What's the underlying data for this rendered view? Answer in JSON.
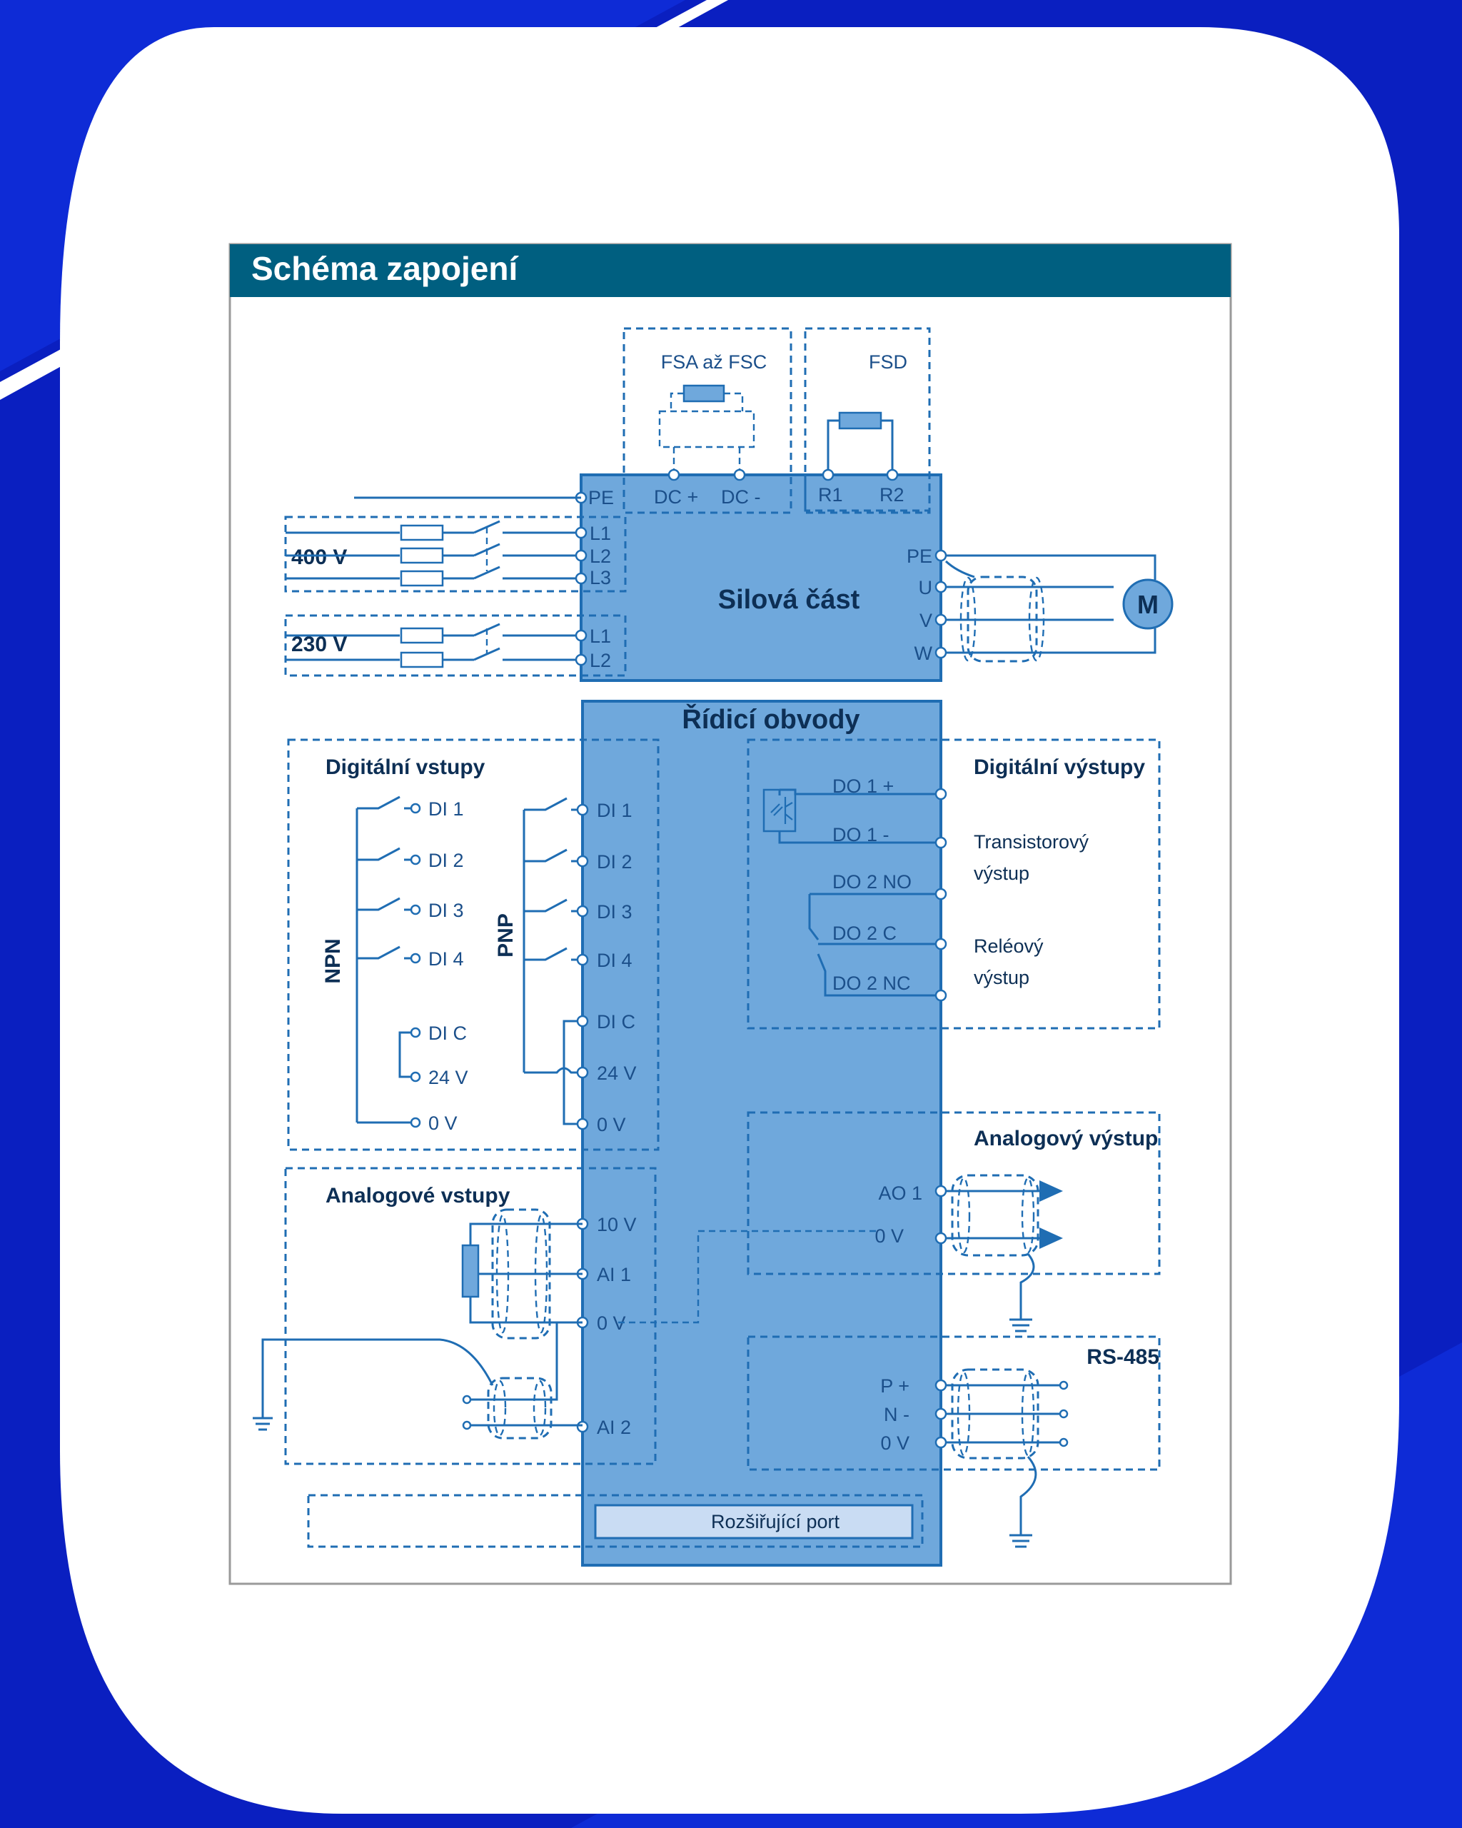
{
  "title": "Schéma zapojení",
  "colors": {
    "background_blue": "#0a1fc0",
    "header_teal": "#005f80",
    "block_fill": "#6fa8dc",
    "line_blue": "#1f6db3",
    "port_fill": "#c9dcf3"
  },
  "top": {
    "brake_option_1": "FSA až FSC",
    "brake_option_2": "FSD",
    "pe": "PE",
    "dc_plus": "DC +",
    "dc_minus": "DC -",
    "r1": "R1",
    "r2": "R2"
  },
  "supply_400": {
    "label": "400 V",
    "terminals": [
      "L1",
      "L2",
      "L3"
    ]
  },
  "supply_230": {
    "label": "230 V",
    "terminals": [
      "L1",
      "L2"
    ]
  },
  "power": {
    "title": "Silová část",
    "outputs": [
      "PE",
      "U",
      "V",
      "W"
    ],
    "motor": "M"
  },
  "control": {
    "title": "Řídicí obvody",
    "terminals": [
      "DI 1",
      "DI 2",
      "DI 3",
      "DI 4",
      "DI C",
      "24 V",
      "0 V",
      "10 V",
      "AI 1",
      "0 V",
      "AI 2"
    ]
  },
  "digital_inputs": {
    "title": "Digitální vstupy",
    "npn_label": "NPN",
    "pnp_label": "PNP",
    "npn_terminals": [
      "DI 1",
      "DI 2",
      "DI 3",
      "DI 4",
      "DI C",
      "24 V",
      "0 V"
    ]
  },
  "digital_outputs": {
    "title": "Digitální výstupy",
    "terminals": [
      "DO 1 +",
      "DO 1 -",
      "DO 2 NO",
      "DO 2 C",
      "DO 2 NC"
    ],
    "transistor_label": [
      "Transistorový",
      "výstup"
    ],
    "relay_label": [
      "Reléový",
      "výstup"
    ]
  },
  "analog_output": {
    "title": "Analogový výstup",
    "terminals": [
      "AO 1",
      "0 V"
    ]
  },
  "analog_inputs": {
    "title": "Analogové vstupy"
  },
  "rs485": {
    "title": "RS-485",
    "terminals": [
      "P +",
      "N -",
      "0 V"
    ]
  },
  "expansion_port": "Rozšiřující port"
}
